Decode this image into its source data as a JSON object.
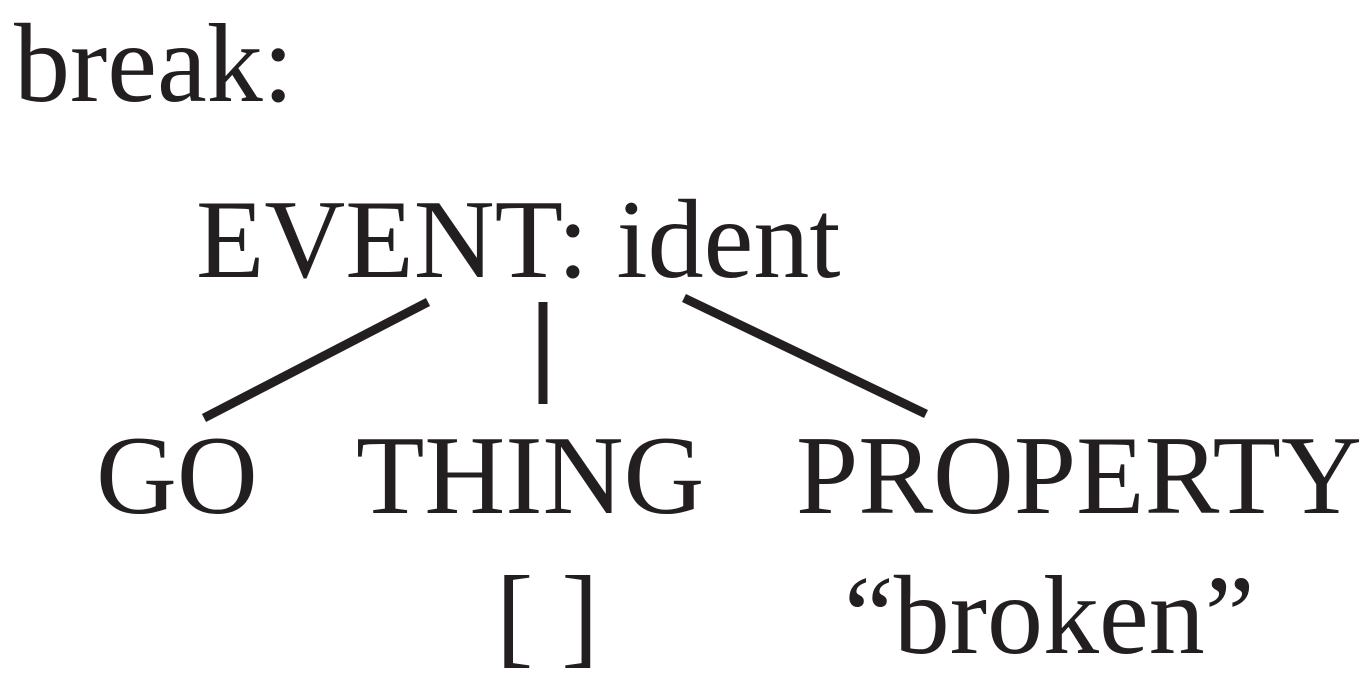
{
  "heading": "break:",
  "tree": {
    "root": "EVENT: ident",
    "children": [
      {
        "label": "GO",
        "value": ""
      },
      {
        "label": "THING",
        "value": "[ ]"
      },
      {
        "label": "PROPERTY",
        "value": "“broken”"
      }
    ]
  },
  "colors": {
    "text": "#231f20",
    "background": "#ffffff"
  }
}
